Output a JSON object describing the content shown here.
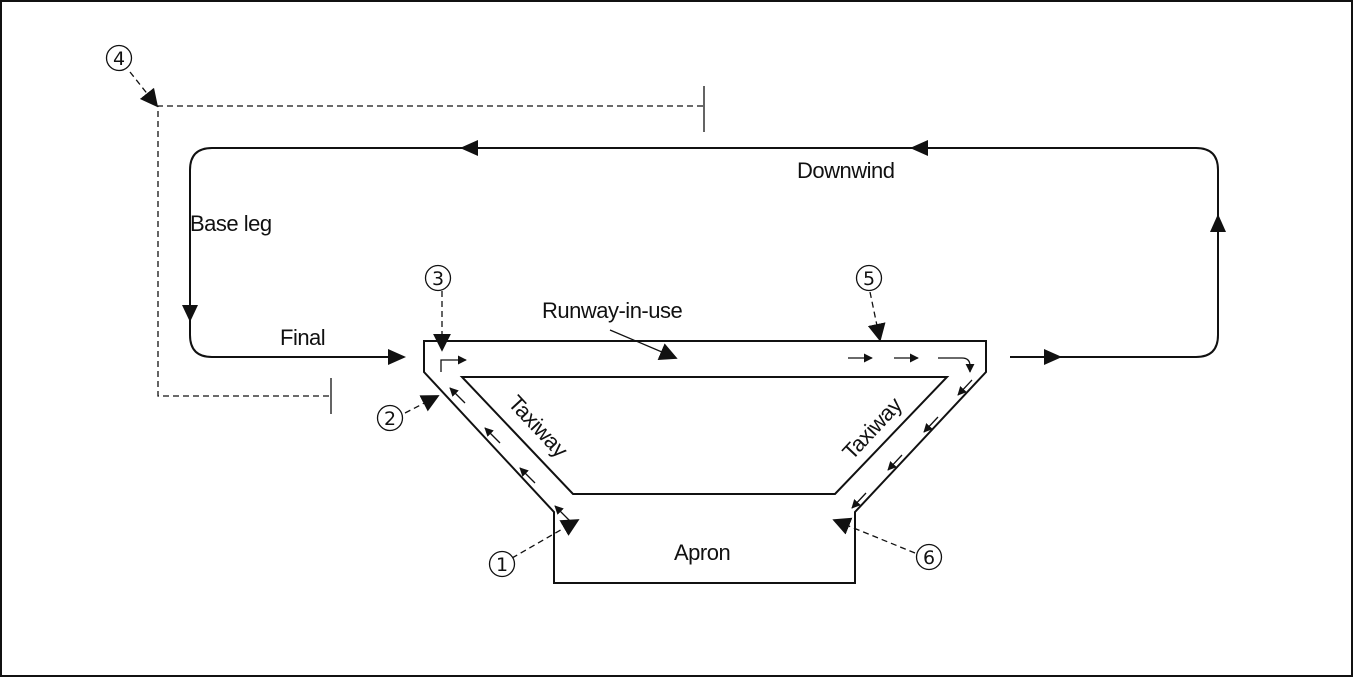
{
  "labels": {
    "downwind": "Downwind",
    "base_leg": "Base leg",
    "final": "Final",
    "runway": "Runway-in-use",
    "taxiway_left": "Taxiway",
    "taxiway_right": "Taxiway",
    "apron": "Apron"
  },
  "points": {
    "p1": "①",
    "p2": "②",
    "p3": "③",
    "p4": "④",
    "p5": "⑤",
    "p6": "⑥"
  },
  "colors": {
    "ink": "#111111",
    "background": "#ffffff"
  }
}
